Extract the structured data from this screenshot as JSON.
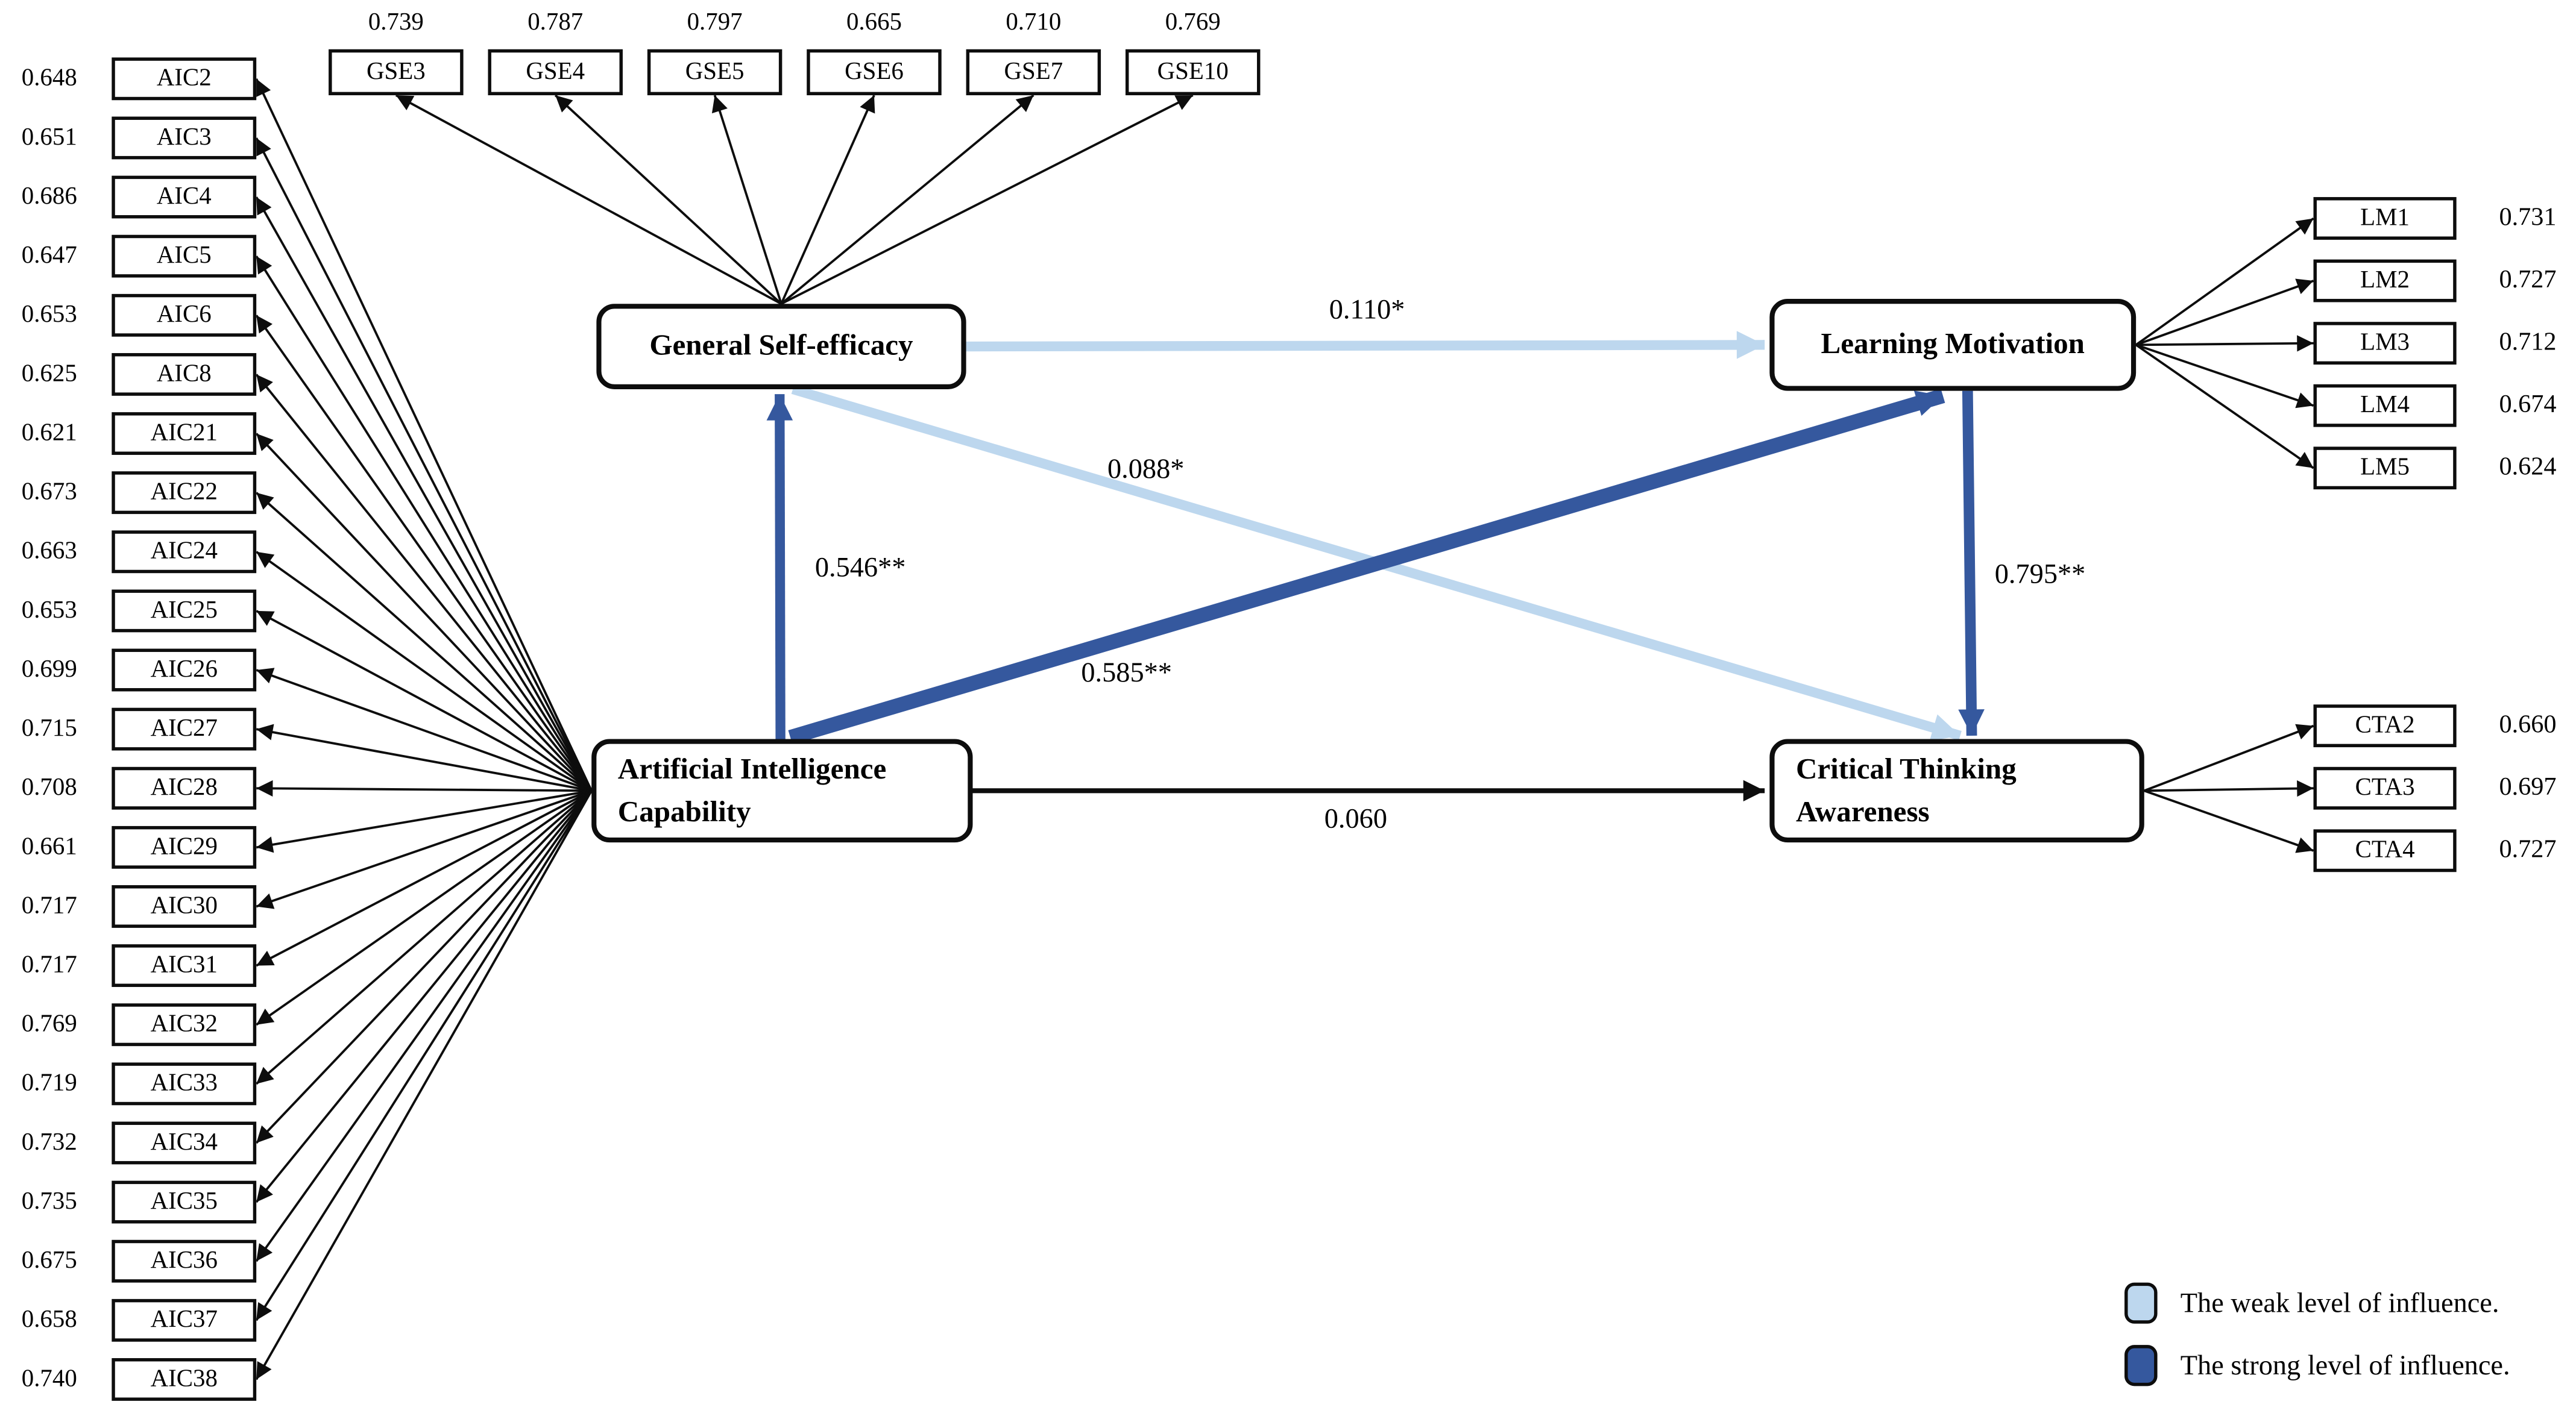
{
  "diagram": {
    "latents": {
      "aic": {
        "label": "Artificial Intelligence Capability"
      },
      "gse": {
        "label": "General Self-efficacy"
      },
      "lm": {
        "label": "Learning Motivation"
      },
      "cta": {
        "label": "Critical Thinking Awareness"
      }
    },
    "indicators": {
      "aic": [
        {
          "label": "AIC2",
          "loading": "0.648"
        },
        {
          "label": "AIC3",
          "loading": "0.651"
        },
        {
          "label": "AIC4",
          "loading": "0.686"
        },
        {
          "label": "AIC5",
          "loading": "0.647"
        },
        {
          "label": "AIC6",
          "loading": "0.653"
        },
        {
          "label": "AIC8",
          "loading": "0.625"
        },
        {
          "label": "AIC21",
          "loading": "0.621"
        },
        {
          "label": "AIC22",
          "loading": "0.673"
        },
        {
          "label": "AIC24",
          "loading": "0.663"
        },
        {
          "label": "AIC25",
          "loading": "0.653"
        },
        {
          "label": "AIC26",
          "loading": "0.699"
        },
        {
          "label": "AIC27",
          "loading": "0.715"
        },
        {
          "label": "AIC28",
          "loading": "0.708"
        },
        {
          "label": "AIC29",
          "loading": "0.661"
        },
        {
          "label": "AIC30",
          "loading": "0.717"
        },
        {
          "label": "AIC31",
          "loading": "0.717"
        },
        {
          "label": "AIC32",
          "loading": "0.769"
        },
        {
          "label": "AIC33",
          "loading": "0.719"
        },
        {
          "label": "AIC34",
          "loading": "0.732"
        },
        {
          "label": "AIC35",
          "loading": "0.735"
        },
        {
          "label": "AIC36",
          "loading": "0.675"
        },
        {
          "label": "AIC37",
          "loading": "0.658"
        },
        {
          "label": "AIC38",
          "loading": "0.740"
        }
      ],
      "gse": [
        {
          "label": "GSE3",
          "loading": "0.739"
        },
        {
          "label": "GSE4",
          "loading": "0.787"
        },
        {
          "label": "GSE5",
          "loading": "0.797"
        },
        {
          "label": "GSE6",
          "loading": "0.665"
        },
        {
          "label": "GSE7",
          "loading": "0.710"
        },
        {
          "label": "GSE10",
          "loading": "0.769"
        }
      ],
      "lm": [
        {
          "label": "LM1",
          "loading": "0.731"
        },
        {
          "label": "LM2",
          "loading": "0.727"
        },
        {
          "label": "LM3",
          "loading": "0.712"
        },
        {
          "label": "LM4",
          "loading": "0.674"
        },
        {
          "label": "LM5",
          "loading": "0.624"
        }
      ],
      "cta": [
        {
          "label": "CTA2",
          "loading": "0.660"
        },
        {
          "label": "CTA3",
          "loading": "0.697"
        },
        {
          "label": "CTA4",
          "loading": "0.727"
        }
      ]
    },
    "paths": [
      {
        "from": "General Self-efficacy",
        "to": "Learning Motivation",
        "label": "0.110*",
        "level": "weak"
      },
      {
        "from": "Artificial Intelligence Capability",
        "to": "General Self-efficacy",
        "label": "0.546**",
        "level": "strong"
      },
      {
        "from": "General Self-efficacy",
        "to": "Critical Thinking Awareness",
        "label": "0.088*",
        "level": "weak"
      },
      {
        "from": "Artificial Intelligence Capability",
        "to": "Learning Motivation",
        "label": "0.585**",
        "level": "strong"
      },
      {
        "from": "Artificial Intelligence Capability",
        "to": "Critical Thinking Awareness",
        "label": "0.060",
        "level": "neutral"
      },
      {
        "from": "Learning Motivation",
        "to": "Critical Thinking Awareness",
        "label": "0.795**",
        "level": "strong"
      }
    ],
    "legend": [
      {
        "swatch": "weak",
        "label": "The weak level of influence."
      },
      {
        "swatch": "strong",
        "label": "The strong level of influence."
      }
    ],
    "colors": {
      "weak": "#BDD7EE",
      "strong": "#35589E",
      "neutral": "#0d0d0d"
    }
  }
}
